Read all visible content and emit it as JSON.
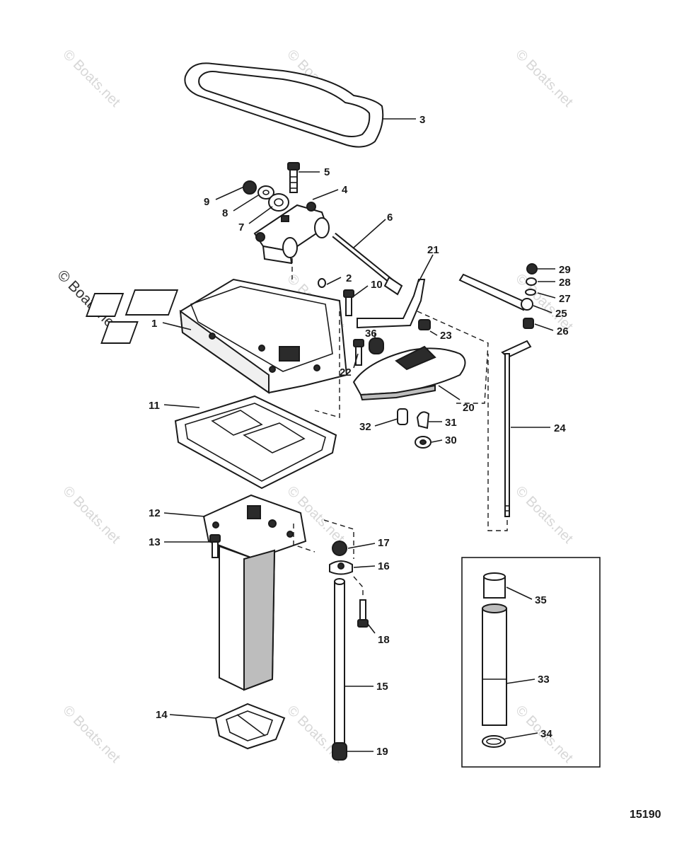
{
  "watermark": {
    "text": "© Boats.net"
  },
  "figure_number": "15190",
  "callouts": [
    {
      "id": "1",
      "label": "1"
    },
    {
      "id": "2",
      "label": "2"
    },
    {
      "id": "3",
      "label": "3"
    },
    {
      "id": "4",
      "label": "4"
    },
    {
      "id": "5",
      "label": "5"
    },
    {
      "id": "6",
      "label": "6"
    },
    {
      "id": "7",
      "label": "7"
    },
    {
      "id": "8",
      "label": "8"
    },
    {
      "id": "9",
      "label": "9"
    },
    {
      "id": "10",
      "label": "10"
    },
    {
      "id": "11",
      "label": "11"
    },
    {
      "id": "12",
      "label": "12"
    },
    {
      "id": "13",
      "label": "13"
    },
    {
      "id": "14",
      "label": "14"
    },
    {
      "id": "15",
      "label": "15"
    },
    {
      "id": "16",
      "label": "16"
    },
    {
      "id": "17",
      "label": "17"
    },
    {
      "id": "18",
      "label": "18"
    },
    {
      "id": "19",
      "label": "19"
    },
    {
      "id": "20",
      "label": "20"
    },
    {
      "id": "21",
      "label": "21"
    },
    {
      "id": "22",
      "label": "22"
    },
    {
      "id": "23",
      "label": "23"
    },
    {
      "id": "24",
      "label": "24"
    },
    {
      "id": "25",
      "label": "25"
    },
    {
      "id": "26",
      "label": "26"
    },
    {
      "id": "27",
      "label": "27"
    },
    {
      "id": "28",
      "label": "28"
    },
    {
      "id": "29",
      "label": "29"
    },
    {
      "id": "30",
      "label": "30"
    },
    {
      "id": "31",
      "label": "31"
    },
    {
      "id": "32",
      "label": "32"
    },
    {
      "id": "33",
      "label": "33"
    },
    {
      "id": "34",
      "label": "34"
    },
    {
      "id": "35",
      "label": "35"
    },
    {
      "id": "36",
      "label": "36"
    }
  ]
}
